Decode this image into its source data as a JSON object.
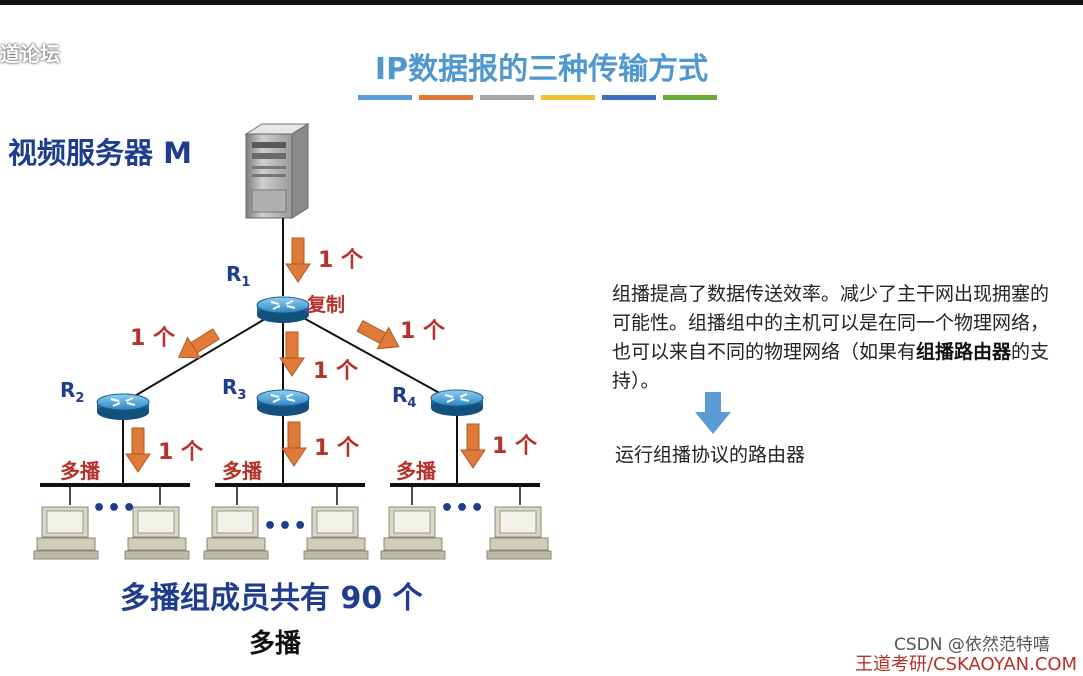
{
  "watermark_top_left": "道论坛",
  "title": "IP数据报的三种传输方式",
  "stripe_colors": [
    "#5b9bd5",
    "#e07a3a",
    "#a6a6a6",
    "#f2c12e",
    "#3f6fc0",
    "#6aaa3a"
  ],
  "server_label": "视频服务器 M",
  "routers": [
    {
      "name": "R",
      "sub": "1"
    },
    {
      "name": "R",
      "sub": "2"
    },
    {
      "name": "R",
      "sub": "3"
    },
    {
      "name": "R",
      "sub": "4"
    }
  ],
  "copy_label": "复制",
  "count_label": "1 个",
  "multicast_label": "多播",
  "ellipsis": "•••",
  "members_label": "多播组成员共有 90 个",
  "caption": "多播",
  "description": {
    "part1": "组播提高了数据传送效率。减少了主干网出现拥塞的可能性。组播组中的主机可以是在同一个物理网络，也可以来自不同的物理网络（如果有",
    "bold": "组播路由器",
    "part2": "的支持）。"
  },
  "router_note": "运行组播协议的路由器",
  "csdn_watermark": "CSDN @依然范特嘻",
  "bottom_right_watermark": "王道考研/CSKAOYAN.COM",
  "colors": {
    "title": "#4f97cf",
    "navy": "#1f3d8f",
    "red": "#b5322a",
    "arrow_orange": "#e07a3a",
    "router_blue": "#2e86c1"
  }
}
